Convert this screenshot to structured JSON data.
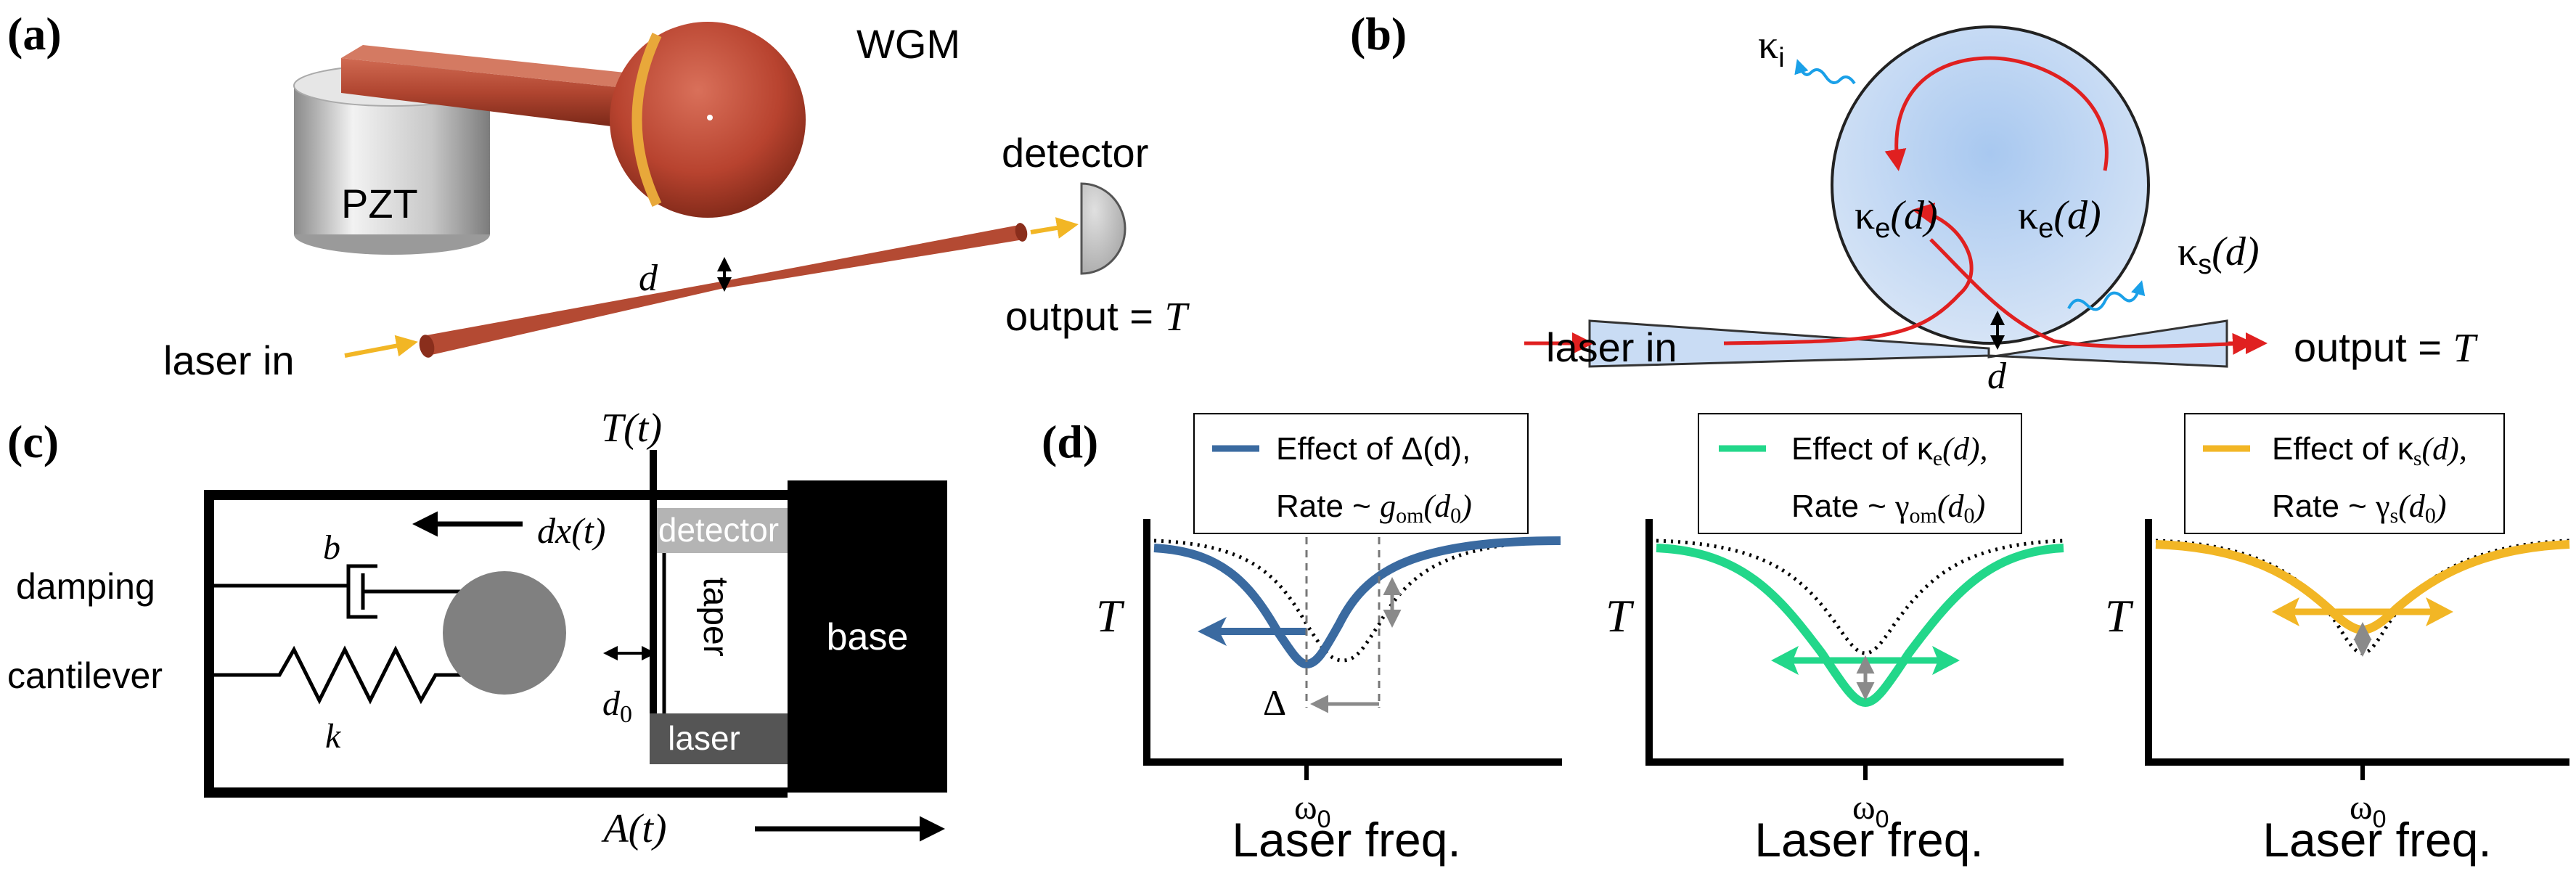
{
  "panels": {
    "a": {
      "label": "(a)",
      "pzt": "PZT",
      "wgm": "WGM",
      "detector": "detector",
      "output_prefix": "output = ",
      "output_var": "T",
      "laser_in": "laser in",
      "gap": "d"
    },
    "b": {
      "label": "(b)",
      "kappa": "κ",
      "sub_i": "i",
      "sub_e": "e",
      "sub_s": "s",
      "arg": "(d)",
      "laser_in": "laser in",
      "output_prefix": "output = ",
      "output_var": "T",
      "gap": "d"
    },
    "c": {
      "label": "(c)",
      "t_of_t": "T(t)",
      "detector": "detector",
      "dx": "dx(t)",
      "b": "b",
      "damping": "damping",
      "cantilever": "cantilever",
      "k": "k",
      "taper": "taper",
      "base": "base",
      "d0": "d",
      "d0_sub": "0",
      "laser": "laser",
      "a_of_t": "A(t)"
    },
    "d": {
      "label": "(d)",
      "axis_y": "T",
      "axis_x": "Laser freq.",
      "tick": "ω",
      "tick_sub": "0",
      "delta": "Δ",
      "legends": [
        {
          "line1": "Effect of Δ(d),",
          "line2a": "Rate ~ ",
          "line2b": "g",
          "line2sub": "om",
          "line2c": "(d",
          "line2d": "0",
          "line2e": ")",
          "color": "#3a6aa0"
        },
        {
          "line1": "Effect of κ",
          "sub1": "e",
          "line1b": "(d),",
          "line2a": "Rate ~ ",
          "line2b": "γ",
          "line2sub": "om",
          "line2c": "(d",
          "line2d": "0",
          "line2e": ")",
          "color": "#22d78a"
        },
        {
          "line1": "Effect of κ",
          "sub1": "s",
          "line1b": "(d),",
          "line2a": "Rate ~ ",
          "line2b": "γ",
          "line2sub": "s",
          "line2c": "(d",
          "line2d": "0",
          "line2e": ")",
          "color": "#f2b625"
        }
      ]
    }
  },
  "colors": {
    "rod": "#b44a33",
    "sphere": "#c24e3a",
    "equator": "#e8a83a",
    "laser_arrow": "#f2b625",
    "resonator_fill": "#c9dcf4",
    "red_path": "#e02020",
    "loss_wave": "#1aa0e8",
    "gray_arrow": "#8a8a8a",
    "blue": "#3a6aa0",
    "green": "#22d78a",
    "yellow": "#f2b625"
  }
}
